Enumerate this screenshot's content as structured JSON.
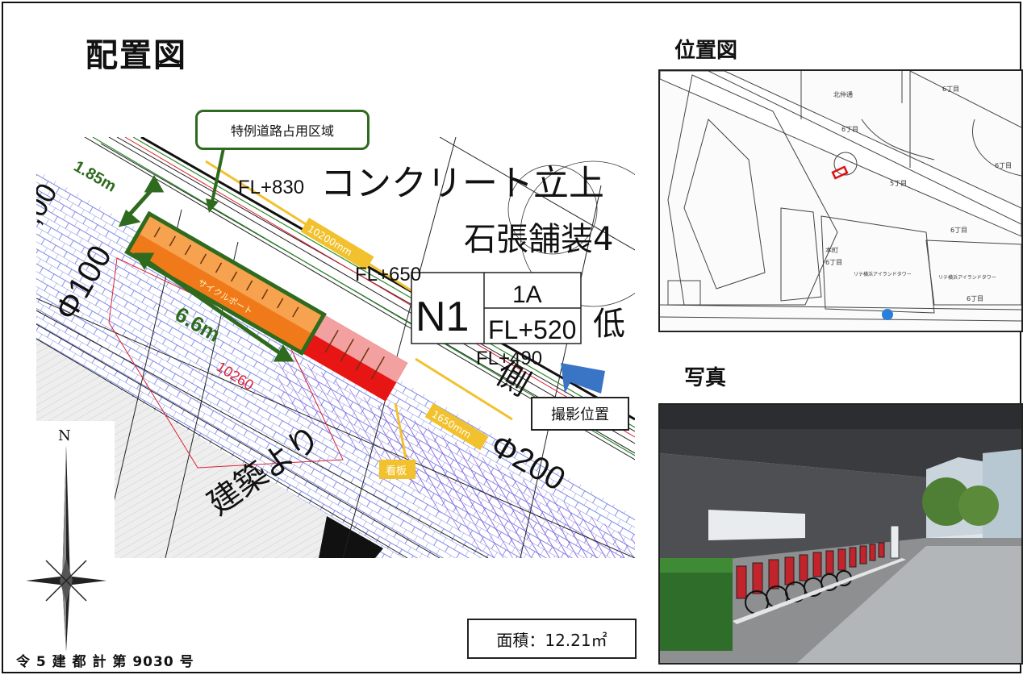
{
  "titles": {
    "layout": "配置図",
    "location": "位置図",
    "photo": "写真"
  },
  "labels": {
    "callout": "特例道路占用区域",
    "shoot_position": "撮影位置",
    "area": "面積：12.21㎡",
    "permit": "令 5 建 都 計 第 9030 号",
    "compass_n": "N"
  },
  "plan_text": {
    "dim_width": "1.85m",
    "dim_length": "6.6m",
    "fl830": "FL+830",
    "concrete": "コンクリート立上",
    "stone": "石張舗装4",
    "fl650": "FL+650",
    "n1": "N1",
    "n1_type": "1A",
    "fl520": "FL+520",
    "low": "低",
    "fl490": "FL+490",
    "side": "側",
    "phi100": "Φ100",
    "phi200": "Φ200",
    "dim10260": "10260",
    "dim10200": "10200mm",
    "dim1650": "1650mm",
    "cycle_port": "サイクルポート",
    "sign": "看板",
    "building": "建築より",
    "zero": ",00"
  },
  "map_text": {
    "block6a": "6丁目",
    "kita": "北仲通",
    "block6b": "6丁目",
    "block5": "5丁目",
    "block6c": "6丁目",
    "honcho": "本町",
    "block6d": "6丁目",
    "tower1": "リテ横浜アイランドタワー",
    "tower2": "リテ横浜アイランドタワー",
    "block6e": "6丁目",
    "block6f": "6丁目"
  },
  "colors": {
    "green_border": "#2f6b1f",
    "orange_zone": "#f07a1a",
    "red_zone": "#e81515",
    "pink_zone": "#f2a0a0",
    "yellow_dim": "#f2c12e",
    "blue_arrow": "#3a74c4",
    "hatch_blue": "#4a5fd8",
    "hatch_purple": "#8a4fd8"
  }
}
